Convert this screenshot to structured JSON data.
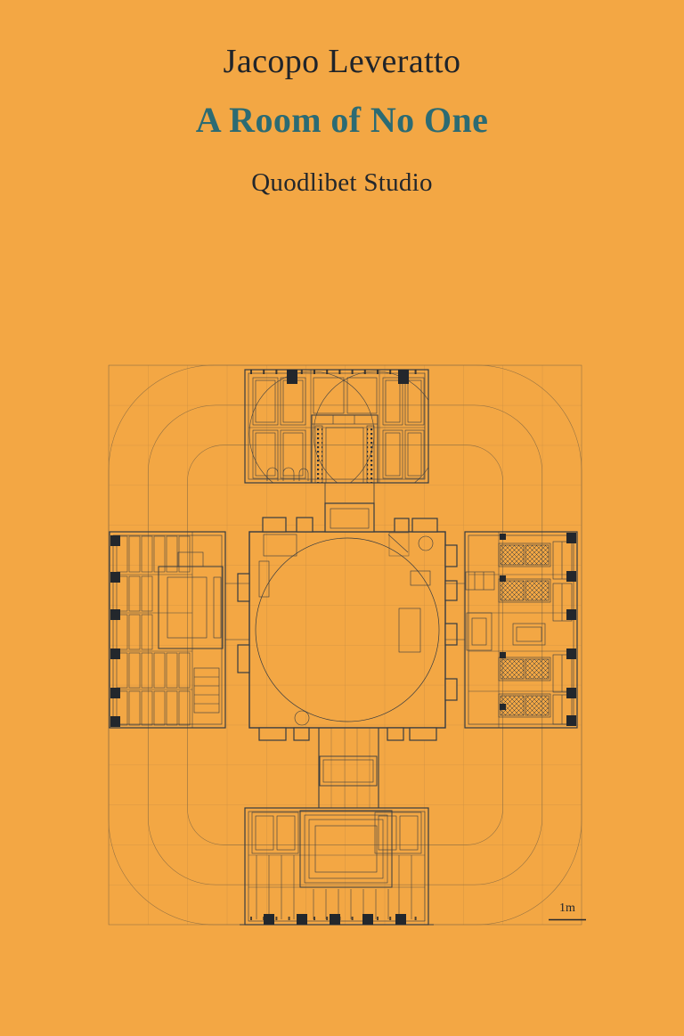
{
  "cover": {
    "author": "Jacopo Leveratto",
    "title": "A Room of No One",
    "publisher": "Quodlibet Studio"
  },
  "drawing": {
    "type": "architectural floor plan",
    "scale_label": "1m"
  },
  "colors": {
    "background": "#F3A744",
    "title_teal": "#2C6B73",
    "text_dark": "#20242a",
    "drawing_line": "#363B41",
    "drawing_dark": "#23272C",
    "grid_line": "#4e4a42"
  }
}
